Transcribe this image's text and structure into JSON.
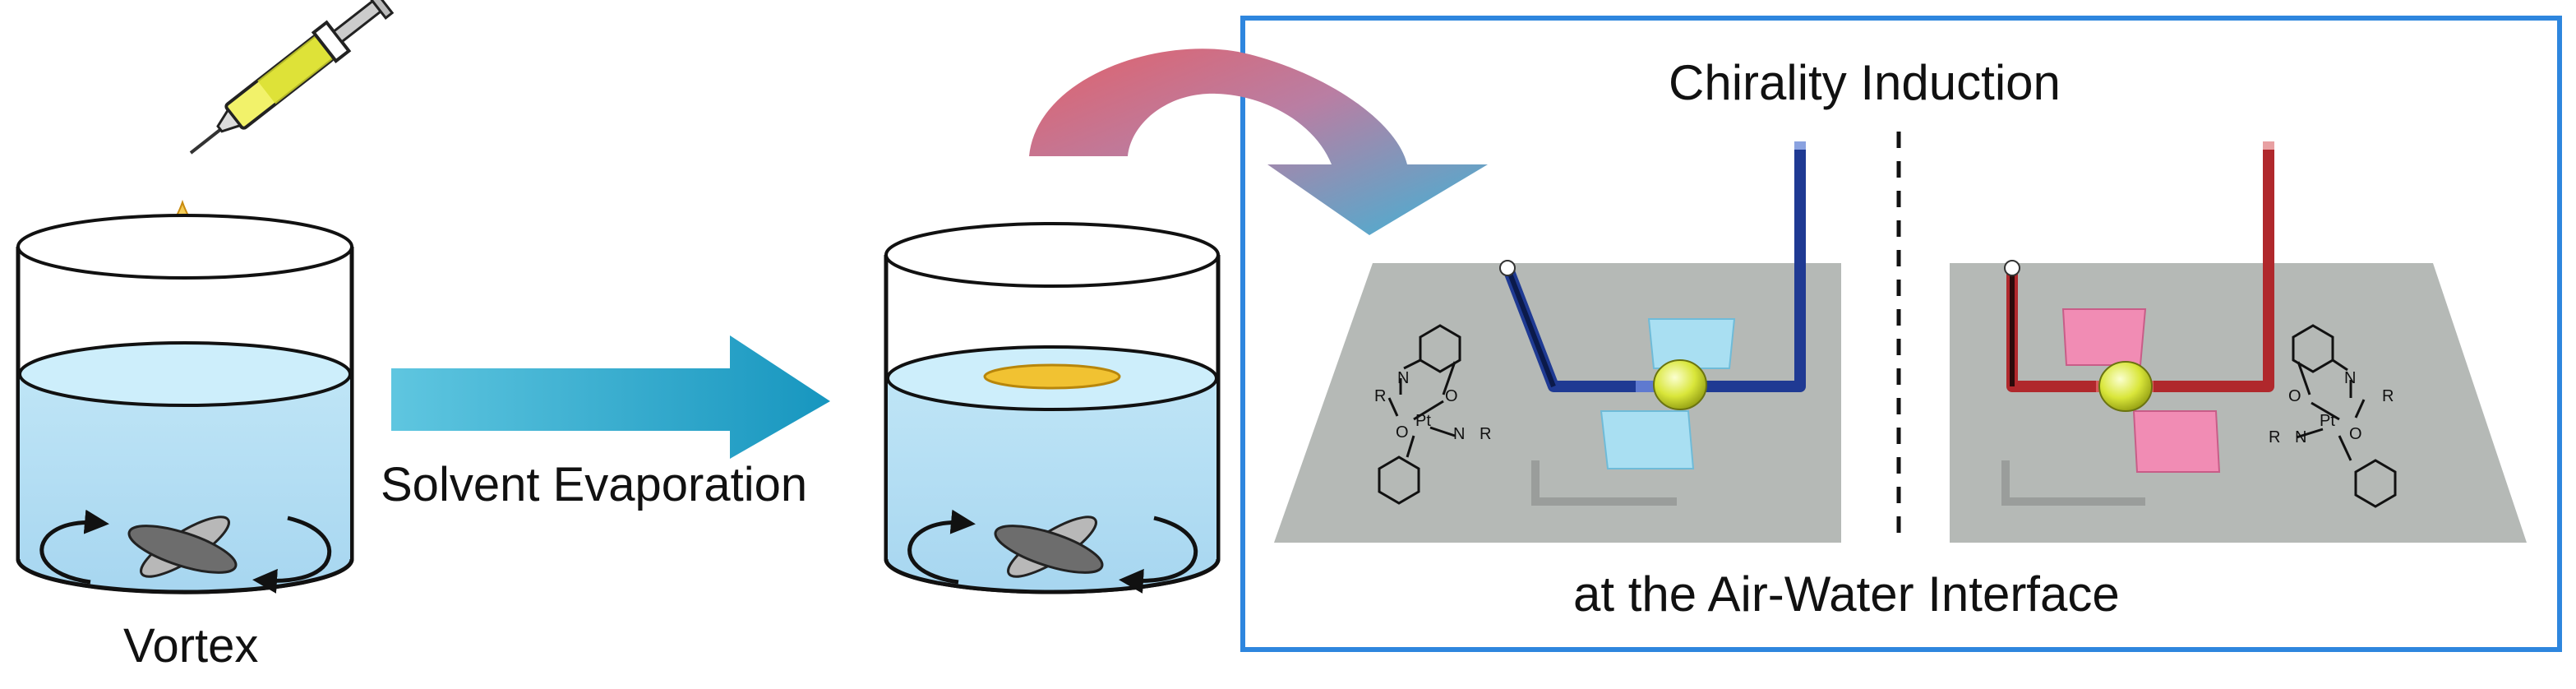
{
  "labels": {
    "vortex": "Vortex",
    "evaporation": "Solvent Evaporation",
    "chirality": "Chirality Induction",
    "interface": "at the Air-Water Interface"
  },
  "chem": {
    "r": "R",
    "n": "N",
    "o": "O",
    "pt": "Pt"
  },
  "colors": {
    "water": "#aedcf3",
    "water_surface": "#c9eaf8",
    "arrow_teal": "#1fa6c6",
    "curved_arrow_red": "#d9616c",
    "frame_blue": "#2e86de",
    "film_yellow": "#f1c232",
    "left_enantiomer_pad": "#a9dff2",
    "left_enantiomer_rod": "#1f3a93",
    "right_enantiomer_pad": "#f18cb4",
    "right_enantiomer_rod": "#b0282c",
    "platform": "#b5b9b6"
  }
}
